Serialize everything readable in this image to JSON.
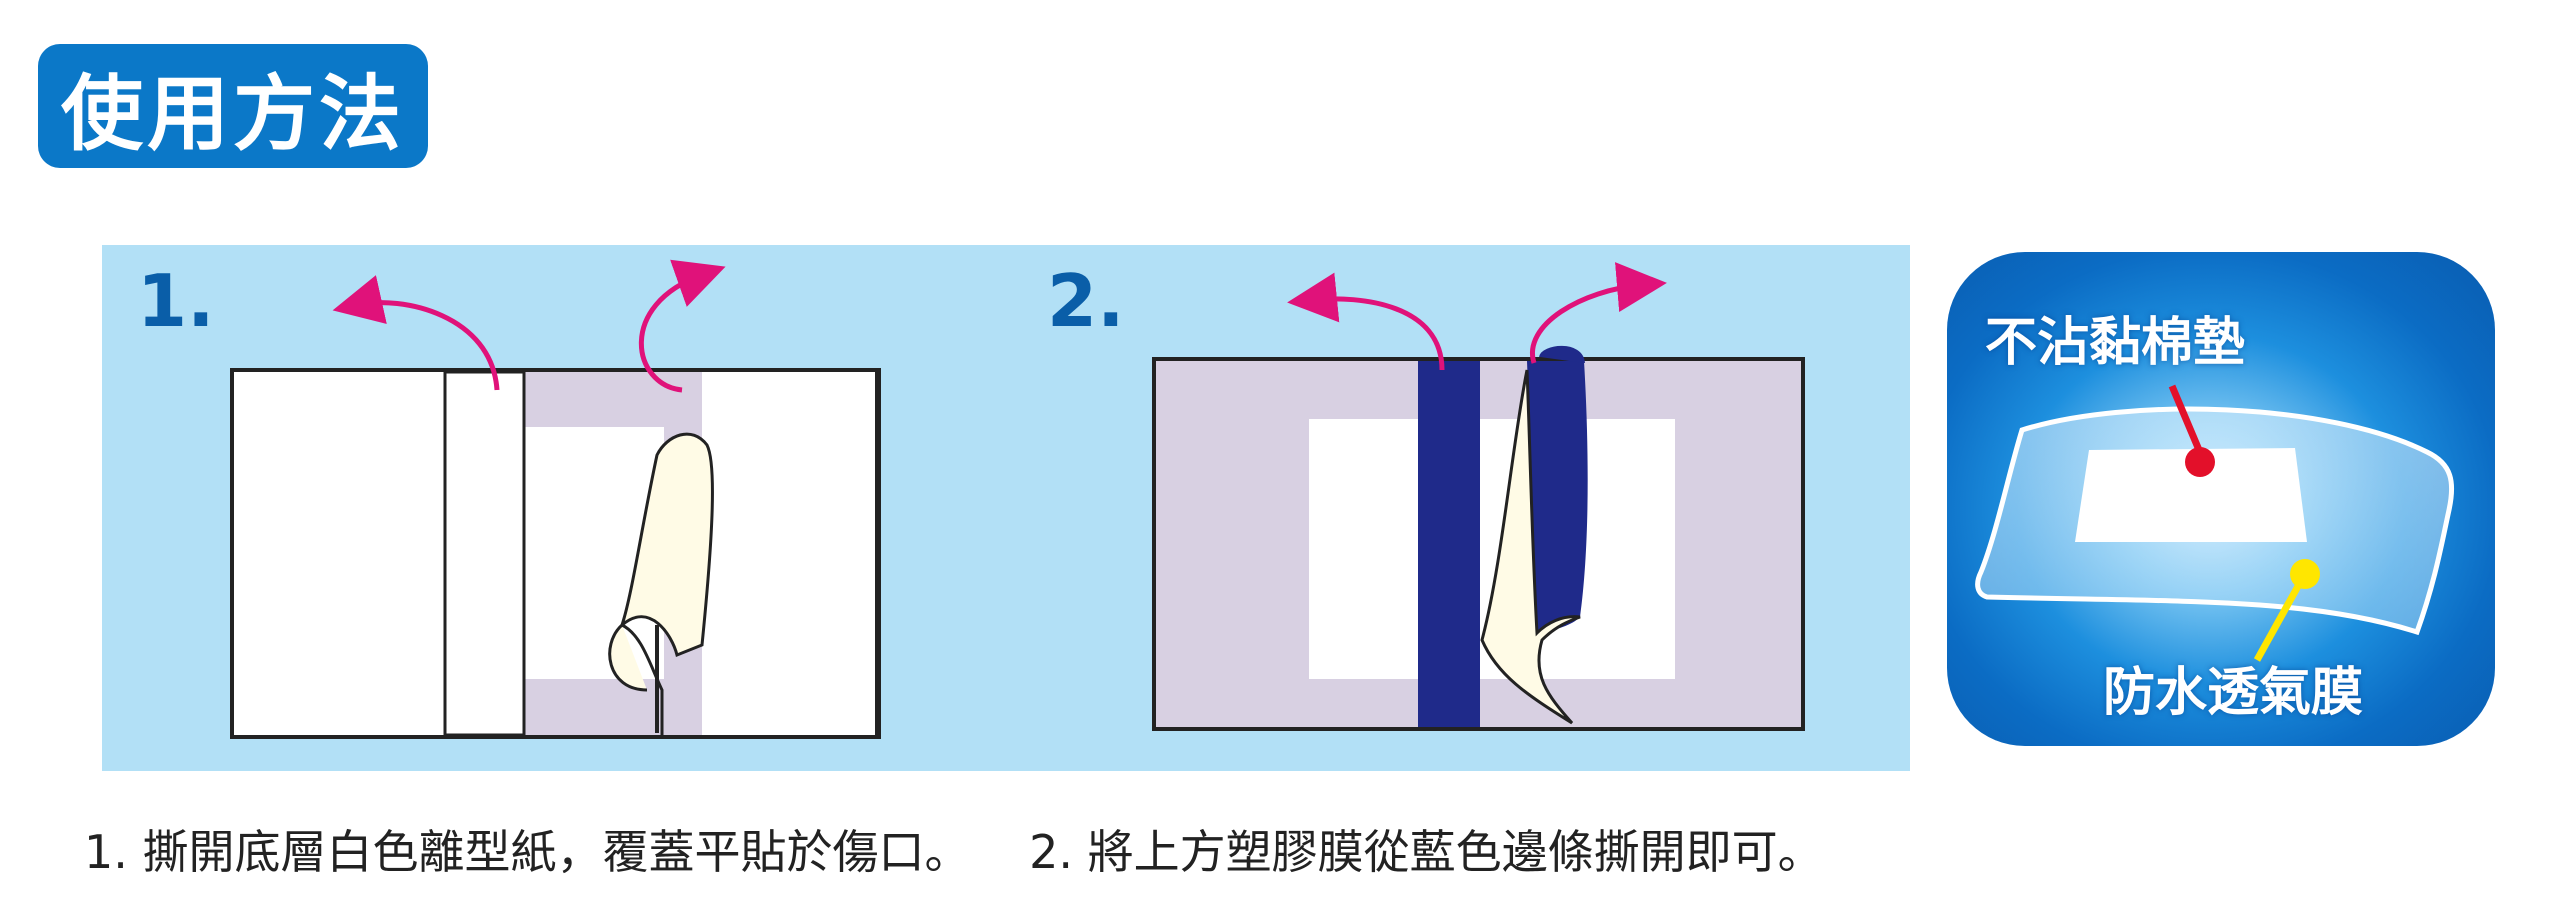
{
  "header": {
    "title": "使用方法"
  },
  "steps": [
    {
      "number": "1."
    },
    {
      "number": "2."
    }
  ],
  "info": {
    "pad_label": "不沾黏棉墊",
    "film_label": "防水透氣膜"
  },
  "instructions": {
    "step1": "1. 撕開底層白色離型紙，覆蓋平貼於傷口。",
    "step2": "2. 將上方塑膠膜從藍色邊條撕開即可。"
  },
  "colors": {
    "title_bg": "#0b78c8",
    "panel_bg": "#b2e0f6",
    "arrow": "#e0127a",
    "strip_blue": "#1f2a8a",
    "film_lavender": "#d8d0e2",
    "pointer_red": "#e3102a",
    "pointer_yellow": "#ffe600"
  }
}
